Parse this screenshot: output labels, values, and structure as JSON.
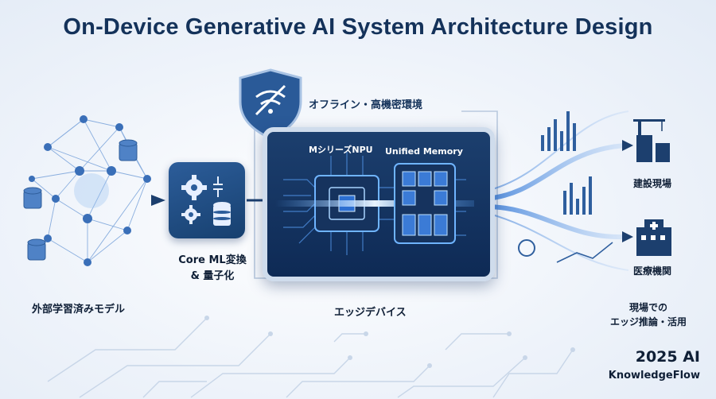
{
  "title": "On-Device Generative AI System Architecture Design",
  "labels": {
    "offline": "オフライン・高機密環境",
    "npu": "MシリーズNPU",
    "memory": "Unified Memory",
    "coreml_line1": "Core ML変換",
    "coreml_line2": "& 量子化",
    "model": "外部学習済みモデル",
    "edge_device": "エッジデバイス",
    "construction": "建設現場",
    "medical": "医療機関",
    "usage_line1": "現場での",
    "usage_line2": "エッジ推論・活用"
  },
  "brand": {
    "year": "2025 AI",
    "name": "KnowledgeFlow"
  },
  "colors": {
    "navy": "#14325a",
    "accent": "#2c6fd1",
    "light_blue": "#6fa3e6"
  },
  "icons": [
    "neural-network-icon",
    "database-icon",
    "gear-icon",
    "shield-wifi-off-icon",
    "chip-icon",
    "memory-icon",
    "bar-chart-icon",
    "crane-building-icon",
    "hospital-icon"
  ]
}
